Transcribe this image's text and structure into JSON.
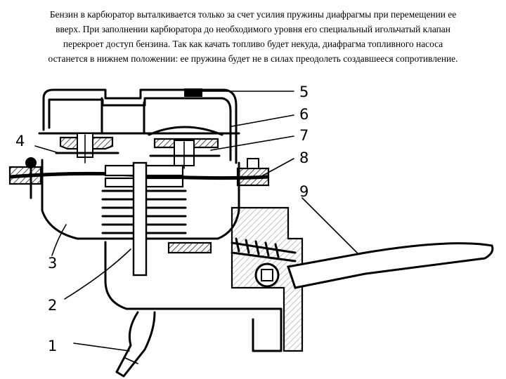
{
  "caption": {
    "lines": [
      "Бензин в карбюратор выталкивается только за счет усилия пружины диафрагмы при перемещении ее",
      "вверх. При заполнении карбюратора до необходимого уровня его специальный игольчатый клапан",
      "перекроет доступ бензина. Так как качать топливо будет некуда, диафрагма топливного насоса",
      "останется в нижнем положении: ее пружина будет не в силах преодолеть создавшееся сопротивление."
    ]
  },
  "labels": [
    "1",
    "2",
    "3",
    "4",
    "5",
    "6",
    "7",
    "8",
    "9"
  ]
}
